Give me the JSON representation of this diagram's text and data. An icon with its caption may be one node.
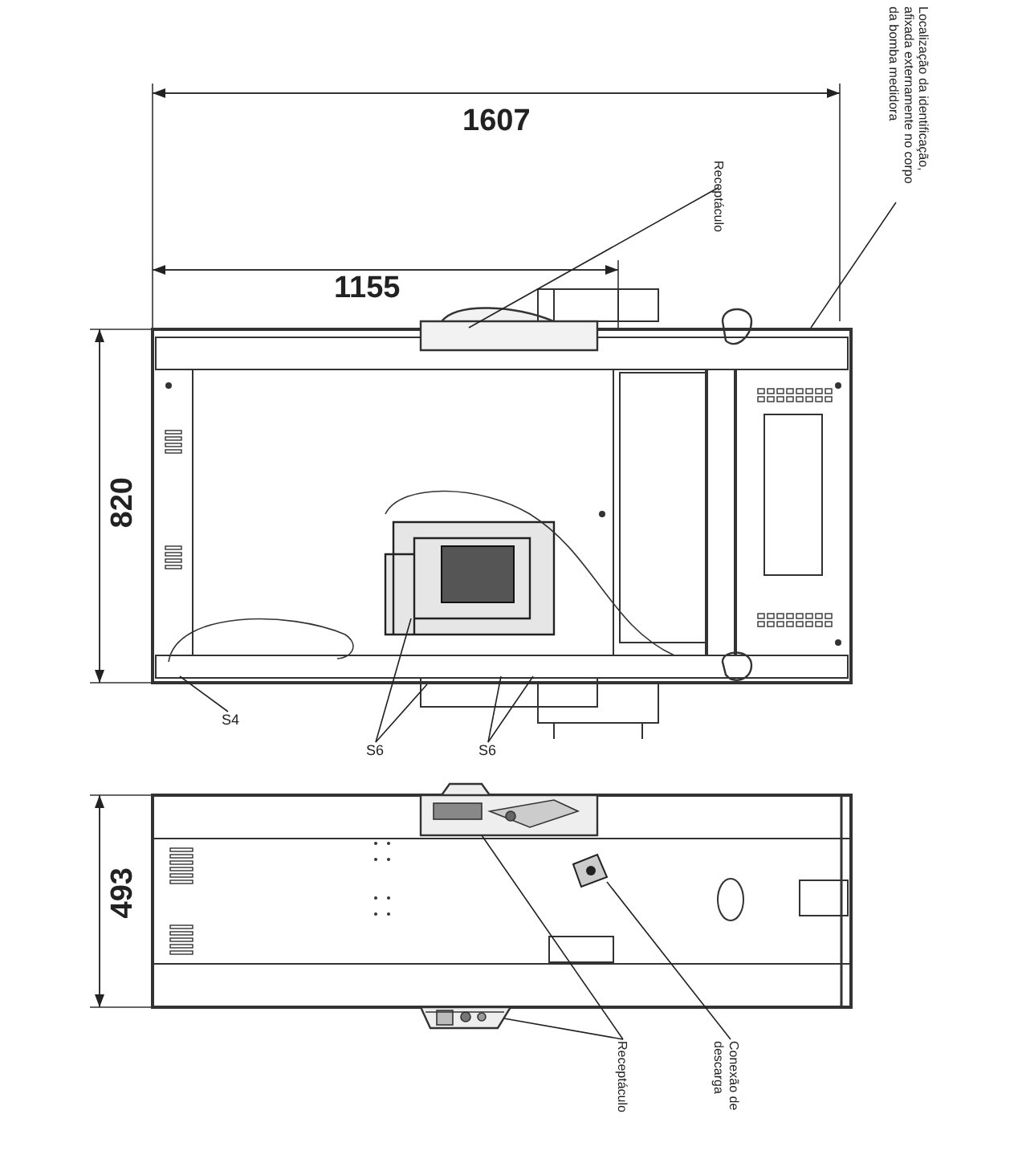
{
  "diagram": {
    "nodes": [
      {
        "text": [
          "Localização da identificação, afixada externamente no corpo da bomba medidora"
        ]
      },
      {
        "text": [
          "Receptáculo"
        ]
      },
      {
        "text": [
          "S4"
        ]
      },
      {
        "text": [
          "S6"
        ]
      },
      {
        "text": [
          "S6"
        ]
      },
      {
        "text": [
          "Receptáculo"
        ]
      },
      {
        "text": [
          "Conexão de descarga"
        ]
      },
      {
        "text": [],
        "shape": "picture"
      },
      {
        "text": [],
        "shape": "picture"
      },
      {
        "text": [],
        "shape": "picture"
      }
    ],
    "edges": [
      {
        "from": 0,
        "to": null,
        "arrow": "none"
      },
      {
        "from": 1,
        "to": null,
        "arrow": "none"
      },
      {
        "from": 2,
        "to": null,
        "arrow": "none"
      },
      {
        "from": 3,
        "to": null,
        "arrow": "none"
      },
      {
        "from": 3,
        "to": null,
        "arrow": "none"
      },
      {
        "from": 4,
        "to": null,
        "arrow": "none"
      },
      {
        "from": 4,
        "to": null,
        "arrow": "none"
      },
      {
        "from": 5,
        "to": 8,
        "arrow": "none"
      },
      {
        "from": 5,
        "to": 9,
        "arrow": "none"
      },
      {
        "from": 6,
        "to": 7,
        "arrow": "none"
      }
    ],
    "labels": [
      "1607",
      "1155",
      "820",
      "493"
    ]
  }
}
